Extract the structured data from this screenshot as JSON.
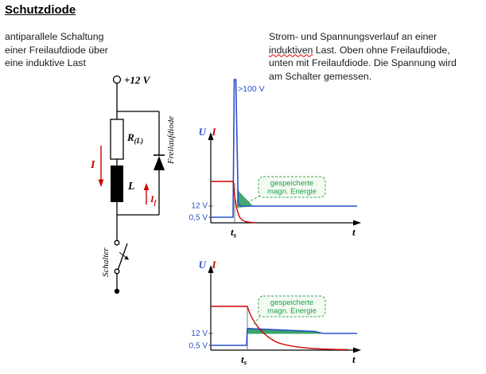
{
  "title": "Schutzdiode",
  "intro_left": {
    "line1": "antiparallele Schaltung",
    "line2": "einer Freilaufdiode über",
    "line3": "eine induktive Last"
  },
  "intro_right": {
    "line1": "Strom- und Spannungsverlauf an einer",
    "line2_word": "induktiven",
    "line2_rest": " Last. Oben ohne Freilaufdiode,",
    "line3": "unten mit Freilaufdiode. Die Spannung wird",
    "line4": "am Schalter gemessen."
  },
  "circuit": {
    "supply_label": "+12 V",
    "resistor_label": "R",
    "resistor_sub": "(L)",
    "current_label": "I",
    "inductor_label": "L",
    "diode_current_label": "I",
    "diode_current_sub": "f",
    "diode_label": "Freilaufdiode",
    "switch_label": "Schalter"
  },
  "graph_top": {
    "voltage_axis_label": "U",
    "current_axis_label": "I",
    "spike_label": ">100 V",
    "level_12v": "12 V",
    "level_05v": "0,5 V",
    "time_marker": "t",
    "time_marker_sub": "s",
    "time_axis_label": "t",
    "energy_line1": "gespeicherte",
    "energy_line2": "magn. Energie"
  },
  "graph_bottom": {
    "voltage_axis_label": "U",
    "current_axis_label": "I",
    "level_12v": "12 V",
    "level_05v": "0,5 V",
    "time_marker": "t",
    "time_marker_sub": "s",
    "time_axis_label": "t",
    "energy_line1": "gespeicherte",
    "energy_line2": "magn. Energie"
  },
  "colors": {
    "voltage_blue": "#2a50c8",
    "current_red": "#cc0000",
    "energy_green_fill": "#2f9e62",
    "energy_green_text": "#1f9f46"
  }
}
